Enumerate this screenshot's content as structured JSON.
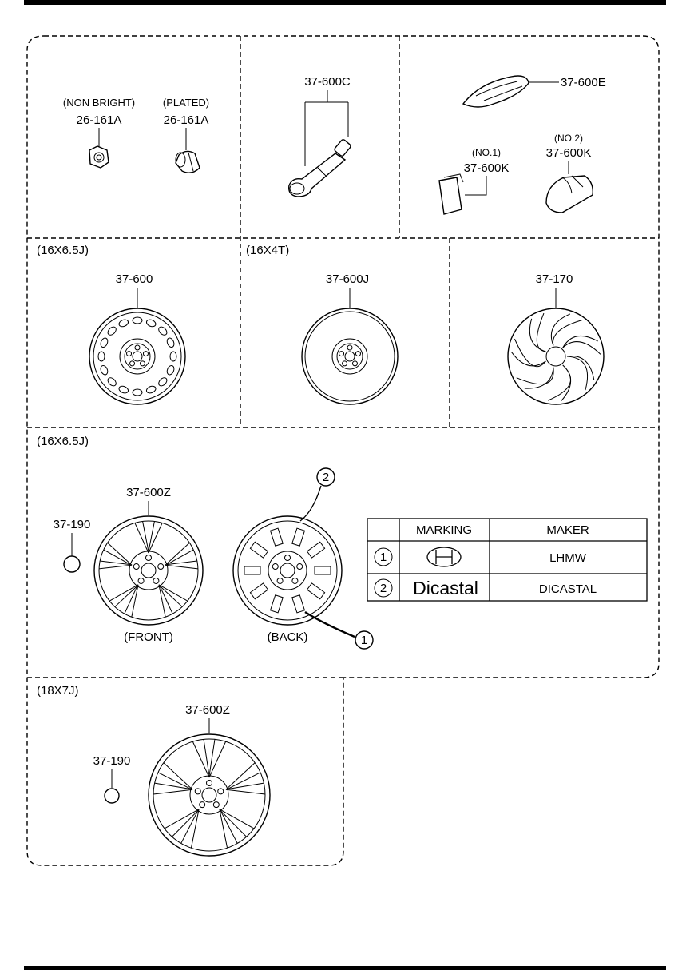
{
  "parts": {
    "nut_nonbright": {
      "variant": "(NON BRIGHT)",
      "number": "26-161A"
    },
    "nut_plated": {
      "variant": "(PLATED)",
      "number": "26-161A"
    },
    "valve": {
      "number": "37-600C"
    },
    "weight_e": {
      "number": "37-600E"
    },
    "weight_k1": {
      "variant": "(NO.1)",
      "number": "37-600K"
    },
    "weight_k2": {
      "variant": "(NO 2)",
      "number": "37-600K"
    },
    "steel_wheel": {
      "size": "(16X6.5J)",
      "number": "37-600"
    },
    "spare_wheel": {
      "size": "(16X4T)",
      "number": "37-600J"
    },
    "wheel_cap": {
      "number": "37-170"
    },
    "alloy_16": {
      "size": "(16X6.5J)",
      "number": "37-600Z",
      "cap_number": "37-190",
      "front_label": "(FRONT)",
      "back_label": "(BACK)"
    },
    "alloy_18": {
      "size": "(18X7J)",
      "number": "37-600Z",
      "cap_number": "37-190"
    }
  },
  "callouts": {
    "one": "1",
    "two": "2"
  },
  "maker_table": {
    "headers": [
      "MARKING",
      "MAKER"
    ],
    "rows": [
      {
        "index": "1",
        "logo_icon": "lhmw-logo-icon",
        "maker": "LHMW"
      },
      {
        "index": "2",
        "logo_text": "Dicastal",
        "maker": "DICASTAL"
      }
    ]
  }
}
